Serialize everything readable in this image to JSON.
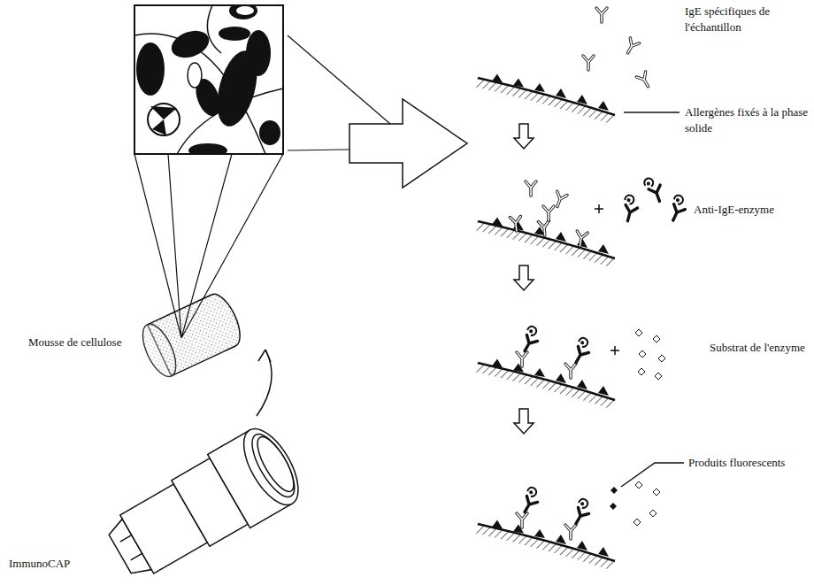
{
  "diagram": {
    "labels": [
      "IgE spécifiques de l'échantillon",
      "Allergènes fixés à la phase solide",
      "Anti-IgE-enzyme",
      "Substrat de l'enzyme",
      "Produits fluorescents",
      "Mousse de cellulose",
      "ImmunoCAP"
    ]
  }
}
